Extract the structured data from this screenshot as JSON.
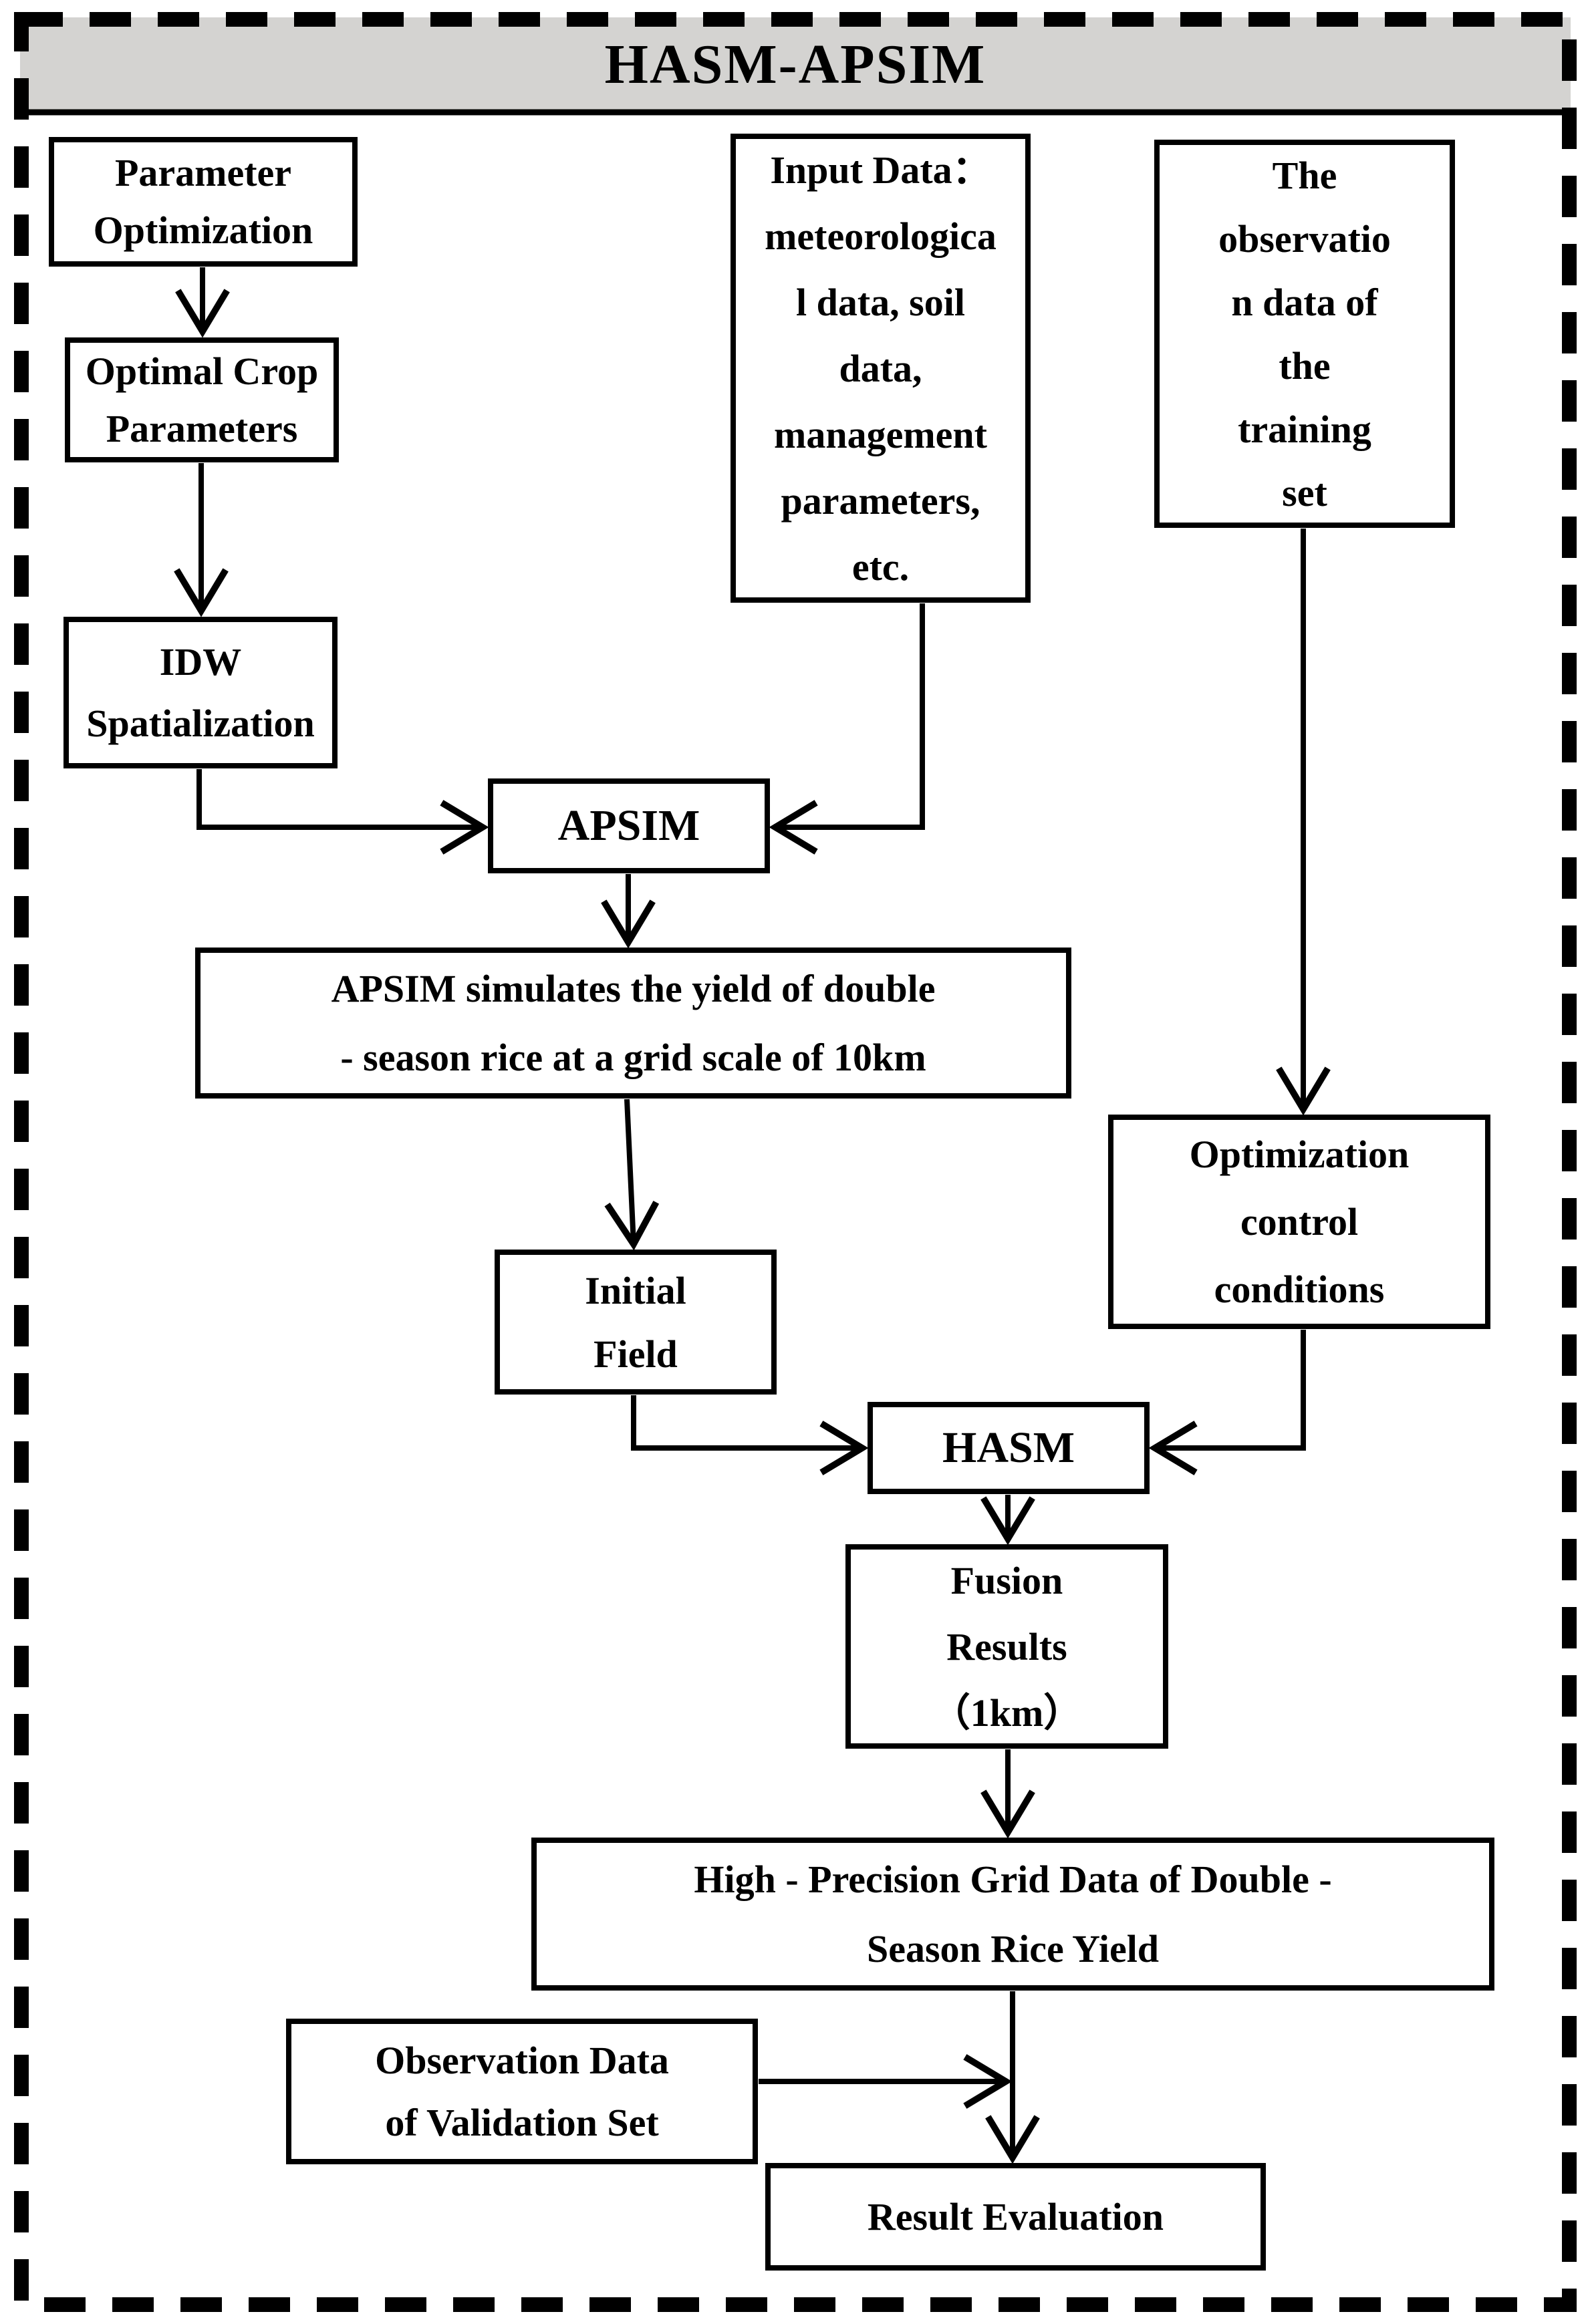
{
  "title": "HASM-APSIM",
  "colors": {
    "title_bar_bg": "#d4d3d1",
    "line": "#000000",
    "box_bg": "#ffffff",
    "text": "#000000"
  },
  "nodes": {
    "param_opt": {
      "lines": [
        "Parameter",
        "Optimization"
      ]
    },
    "optimal_crop": {
      "lines": [
        "Optimal Crop",
        "Parameters"
      ]
    },
    "idw": {
      "lines": [
        "IDW",
        "Spatialization"
      ]
    },
    "input_data": {
      "lines": [
        "Input Data：",
        "meteorologica",
        "l data, soil",
        "data,",
        "management",
        "parameters,",
        "etc."
      ]
    },
    "observation": {
      "lines": [
        "The",
        "observatio",
        "n data of",
        "the",
        "training",
        "set"
      ]
    },
    "apsim": {
      "lines": [
        "APSIM"
      ]
    },
    "apsim_sim": {
      "lines": [
        "APSIM simulates the yield of double",
        "- season rice at a grid scale of 10km"
      ]
    },
    "initial_field": {
      "lines": [
        "Initial",
        "Field"
      ]
    },
    "opt_control": {
      "lines": [
        "Optimization",
        "control",
        "conditions"
      ]
    },
    "hasm": {
      "lines": [
        "HASM"
      ]
    },
    "fusion": {
      "lines": [
        "Fusion",
        "Results",
        "（1km）"
      ]
    },
    "high_prec": {
      "lines": [
        "High - Precision Grid Data of Double -",
        "Season Rice Yield"
      ]
    },
    "validation": {
      "lines": [
        "Observation Data",
        "of Validation Set"
      ]
    },
    "result_eval": {
      "lines": [
        "Result Evaluation"
      ]
    }
  }
}
